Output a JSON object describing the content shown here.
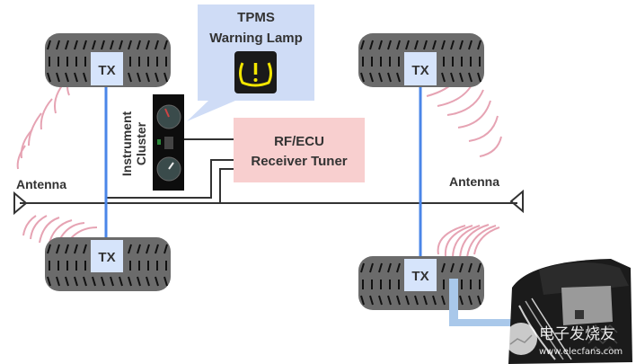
{
  "colors": {
    "tire": "#6b6b6b",
    "tire_tread": "#111111",
    "tx_box": "#d6e4fb",
    "tx_link": "#4a86e8",
    "signal": "#e6a3b3",
    "callout": "#cfdcf6",
    "receiver": "#f8cfcf",
    "wire": "#333333",
    "lamp_bg": "#1a1a1a",
    "lamp_icon": "#f2e600",
    "sensor_arrow": "#a9c8ea",
    "text": "#333333"
  },
  "callout": {
    "title_line1": "TPMS",
    "title_line2": "Warning Lamp",
    "icon": "tpms-warning-lamp-icon"
  },
  "receiver": {
    "line1": "RF/ECU",
    "line2": "Receiver Tuner"
  },
  "instrument_cluster": {
    "line1": "Instrument",
    "line2": "Cluster",
    "icon": "instrument-cluster-icon"
  },
  "antennas": [
    {
      "label": "Antenna",
      "side": "left"
    },
    {
      "label": "Antenna",
      "side": "right"
    }
  ],
  "tires": [
    {
      "position": "front-left",
      "tx_label": "TX"
    },
    {
      "position": "rear-left",
      "tx_label": "TX"
    },
    {
      "position": "front-right",
      "tx_label": "TX"
    },
    {
      "position": "rear-right",
      "tx_label": "TX"
    }
  ],
  "watermark": {
    "text_cn": "电子发烧友",
    "url": "www.elecfans.com"
  }
}
